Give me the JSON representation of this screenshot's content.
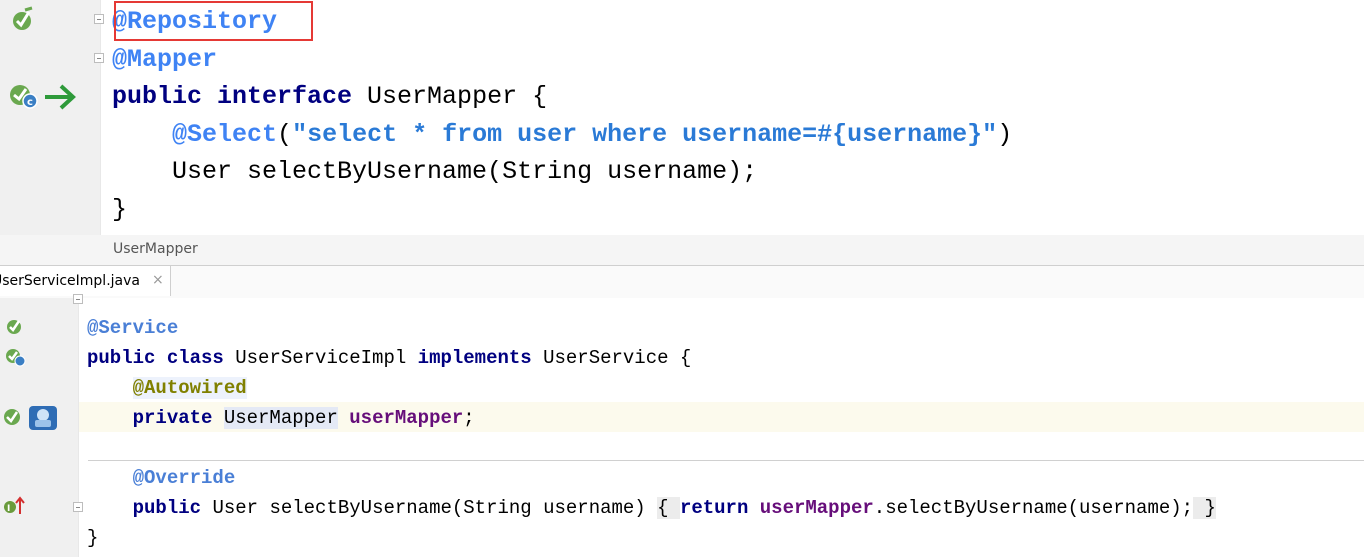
{
  "top_editor": {
    "lines": [
      [
        {
          "t": "@Repository",
          "c": "ann"
        }
      ],
      [
        {
          "t": "@Mapper",
          "c": "ann"
        }
      ],
      [
        {
          "t": "public interface ",
          "c": "kw"
        },
        {
          "t": "UserMapper {",
          "c": "plain"
        }
      ],
      [
        {
          "t": "    ",
          "c": "plain"
        },
        {
          "t": "@Select",
          "c": "ann"
        },
        {
          "t": "(",
          "c": "plain"
        },
        {
          "t": "\"select * from user where username=#{username}\"",
          "c": "str"
        },
        {
          "t": ")",
          "c": "plain"
        }
      ],
      [
        {
          "t": "    User selectByUsername(String username);",
          "c": "plain"
        }
      ],
      [
        {
          "t": "}",
          "c": "plain"
        }
      ]
    ],
    "breadcrumb": "UserMapper"
  },
  "tab": {
    "label": "UserServiceImpl.java",
    "close_glyph": "×"
  },
  "bottom_editor": {
    "lines": [
      [
        {
          "t": "@Service",
          "c": "ann-blue"
        }
      ],
      [
        {
          "t": "public class ",
          "c": "kw2"
        },
        {
          "t": "UserServiceImpl ",
          "c": "plain"
        },
        {
          "t": "implements ",
          "c": "kw2"
        },
        {
          "t": "UserService {",
          "c": "plain"
        }
      ],
      [
        {
          "t": "    ",
          "c": "plain"
        },
        {
          "t": "@Autowired",
          "c": "ann2-hl"
        }
      ],
      [
        {
          "t": "    ",
          "c": "plain"
        },
        {
          "t": "private ",
          "c": "kw2"
        },
        {
          "t": "UserMapper",
          "c": "type-hl"
        },
        {
          "t": " ",
          "c": "plain"
        },
        {
          "t": "userMapper",
          "c": "field"
        },
        {
          "t": ";",
          "c": "plain"
        }
      ],
      [
        {
          "t": "",
          "c": "plain"
        }
      ],
      [
        {
          "t": "    ",
          "c": "plain"
        },
        {
          "t": "@Override",
          "c": "ann-blue"
        }
      ],
      [
        {
          "t": "    ",
          "c": "plain"
        },
        {
          "t": "public ",
          "c": "kw2"
        },
        {
          "t": "User selectByUsername(String username) ",
          "c": "plain"
        },
        {
          "t": "{ ",
          "c": "brace-box"
        },
        {
          "t": "return ",
          "c": "kw2"
        },
        {
          "t": "userMapper",
          "c": "field"
        },
        {
          "t": ".selectByUsername(username);",
          "c": "plain"
        },
        {
          "t": " }",
          "c": "brace-box"
        }
      ],
      [
        {
          "t": "}",
          "c": "plain"
        }
      ]
    ]
  },
  "colors": {
    "annotation_top": "#3f83f4",
    "keyword": "#000080",
    "highlight_box": "#e53935",
    "caret_row": "#fcfaed",
    "gutter": "#f0f0f0"
  },
  "icons": [
    "spring-bean-icon",
    "spring-class-icon",
    "navigate-arrow-icon",
    "autowired-bean-icon",
    "override-method-icon"
  ]
}
